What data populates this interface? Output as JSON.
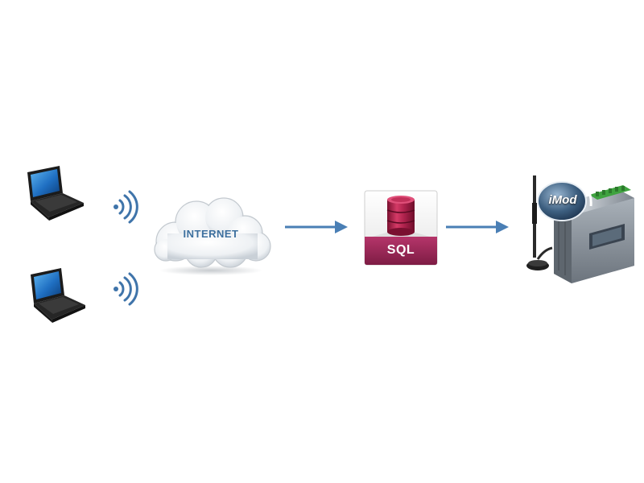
{
  "diagram": {
    "cloud": {
      "label": "INTERNET",
      "icon": "cloud-icon"
    },
    "database": {
      "label": "SQL",
      "icon": "database-icon"
    },
    "device": {
      "label": "iMod",
      "icon": "imod-device-icon"
    },
    "clients": [
      {
        "icon": "laptop-icon"
      },
      {
        "icon": "laptop-icon"
      }
    ],
    "signals": [
      {
        "icon": "wireless-signal-icon"
      },
      {
        "icon": "wireless-signal-icon"
      }
    ],
    "connectors": [
      {
        "icon": "arrow-right-icon"
      },
      {
        "icon": "arrow-right-icon"
      }
    ]
  },
  "colors": {
    "arrow": "#4a7fb5",
    "signal": "#3f74aa",
    "cloud_text": "#3c6f9e",
    "sql_band": "#9e2a55",
    "db_cylinder": "#b0234e",
    "device_body": "#b4bcc4"
  }
}
